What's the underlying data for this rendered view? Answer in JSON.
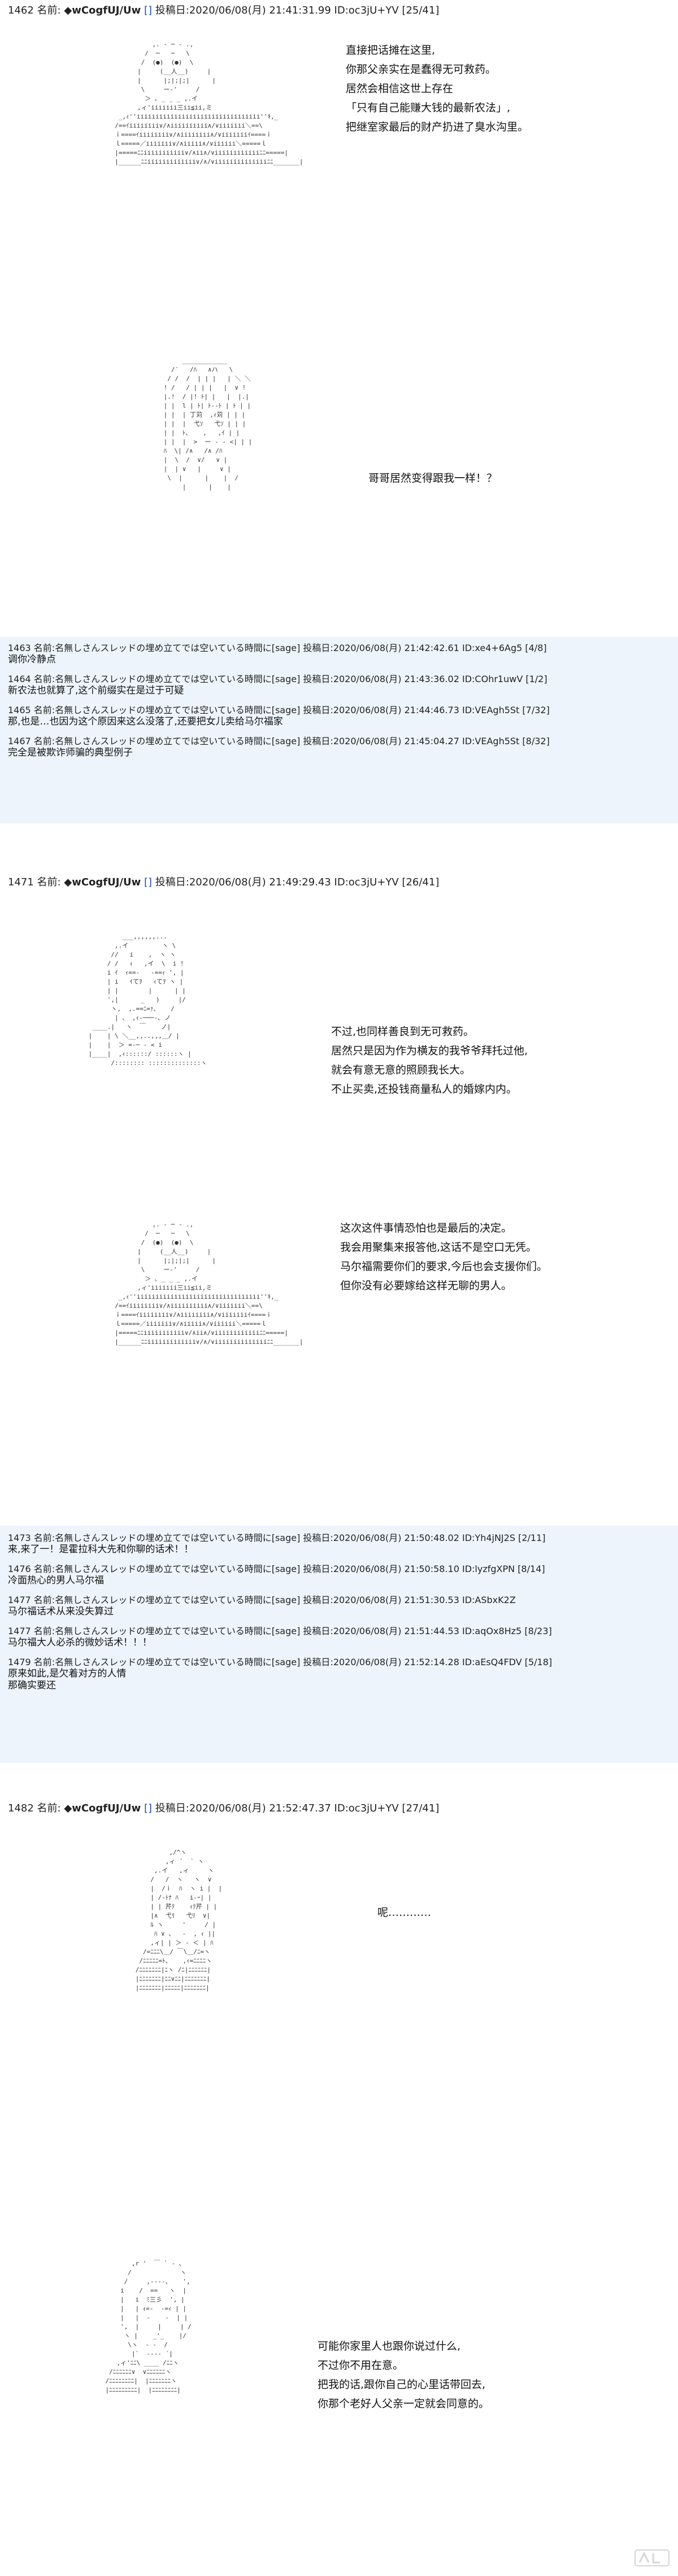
{
  "posts": [
    {
      "no": "1462",
      "label": "名前:",
      "name": "◆wCogfUJ/Uw",
      "link": "[]",
      "date": "投稿日:2020/06/08(月) 21:41:31.99 ID:oc3jU+YV [25/41]"
    },
    {
      "no": "1471",
      "label": "名前:",
      "name": "◆wCogfUJ/Uw",
      "link": "[]",
      "date": "投稿日:2020/06/08(月) 21:49:29.43 ID:oc3jU+YV [26/41]"
    },
    {
      "no": "1482",
      "label": "名前:",
      "name": "◆wCogfUJ/Uw",
      "link": "[]",
      "date": "投稿日:2020/06/08(月) 21:52:47.37 ID:oc3jU+YV [27/41]"
    }
  ],
  "dialogues": [
    "直接把话摊在这里,\n你那父亲实在是蠢得无可救药。\n居然会相信这世上存在\n「只有自己能赚大钱的最新农法」,\n把继室家最后的财产扔进了臭水沟里。",
    "哥哥居然变得跟我一样！？",
    "不过,也同样善良到无可救药。\n居然只是因为作为横友的我爷爷拜托过他,\n就会有意无意的照顾我长大。\n不止买卖,还投钱商量私人的婚嫁内内。",
    "这次这件事情恐怕也是最后的决定。\n我会用聚集来报答他,这话不是空口无凭。\n马尔福需要你们的要求,今后也会支援你们。\n但你没有必要嫁给这样无聊的男人。",
    "呢…………",
    "可能你家里人也跟你说过什么,\n不过你不用在意。\n把我的话,跟你自己的心里话带回去,\n你那个老好人父亲一定就会同意的。"
  ],
  "replies": [
    [
      {
        "meta": "1463 名前:名無しさんスレッドの埋め立てでは空いている時間に[sage] 投稿日:2020/06/08(月) 21:42:42.61 ID:xe4+6Ag5 [4/8]",
        "body": "调你冷静点"
      },
      {
        "meta": "1464 名前:名無しさんスレッドの埋め立てでは空いている時間に[sage] 投稿日:2020/06/08(月) 21:43:36.02 ID:COhr1uwV [1/2]",
        "body": "新农法也就算了,这个前缀实在是过于可疑"
      },
      {
        "meta": "1465 名前:名無しさんスレッドの埋め立てでは空いている時間に[sage] 投稿日:2020/06/08(月) 21:44:46.73 ID:VEAgh5St [7/32]",
        "body": "那,也是…也因为这个原因来这么没落了,还要把女儿卖给马尔福家"
      },
      {
        "meta": "1467 名前:名無しさんスレッドの埋め立てでは空いている時間に[sage] 投稿日:2020/06/08(月) 21:45:04.27 ID:VEAgh5St [8/32]",
        "body": "完全是被欺诈师骗的典型例子"
      }
    ],
    [
      {
        "meta": "1473 名前:名無しさんスレッドの埋め立てでは空いている時間に[sage] 投稿日:2020/06/08(月) 21:50:48.02 ID:Yh4jNJ2S [2/11]",
        "body": "来,来了一！是霍拉科大先和你聊的话术！！"
      },
      {
        "meta": "1476 名前:名無しさんスレッドの埋め立てでは空いている時間に[sage] 投稿日:2020/06/08(月) 21:50:58.10 ID:lyzfgXPN [8/14]",
        "body": "冷面热心的男人马尔福"
      },
      {
        "meta": "1477 名前:名無しさんスレッドの埋め立てでは空いている時間に[sage] 投稿日:2020/06/08(月) 21:51:30.53 ID:ASbxK2Z",
        "body": "马尔福话术从来没失算过"
      },
      {
        "meta": "1477 名前:名無しさんスレッドの埋め立てでは空いている時間に[sage] 投稿日:2020/06/08(月) 21:51:44.53 ID:aqOx8Hz5 [8/23]",
        "body": "马尔福大人必杀的微妙话术！！！"
      },
      {
        "meta": "1479 名前:名無しさんスレッドの埋め立てでは空いている時間に[sage] 投稿日:2020/06/08(月) 21:52:14.28 ID:aEsQ4FDV [5/18]",
        "body": "原来如此,是欠着对方的人情\n那确实要还"
      }
    ]
  ],
  "art": [
    "            ,. ‐ ─ ‐ .,\n          /  ─   ─   \\\n         /  (●)  (●)  \\\n        |     (__人__)     |\n        |      |;|;|;|      |\n         \\     ー‐'     /\n          ＞ ､ _ _ _ ,.イ\n        ,ィ'iiiiiii三ii≦ii,ミ\n   _,ｨ''iiiiiiiiiiiiiiiiiiiiiiiiiiiiiiiii''ｷ,_\n  /==ｲiiiiiiii∨/∧iiiiiiiiii∧/∨iiiiiii＼==\\\n  ｉ====ｲiiiiiiii∨/∧iiiiiiii∧/∨iiiiiiiｲ====ｉ\n  ｌ=====／iiiiiii∨/∧iiiii∧/∨iiiiii＼=====ｌ\n  |=====ﾆﾆiiiiiiiiiii∨/∧ii∧/∨iiiiiiiiiiiiﾆﾆ=====|\n  |______ﾆﾆiiiiiiiiiiiii∨/∧/∨iiiiiiiiiiiiiiﾆﾆ_______|",
    "              ____________\n           /′   /ﾊ   ∧ハ   \\\n          / /  /  | | |   | ＼ ＼\n         ! /   / | | |   |  ∨ !\n         |.!  / |! ﾄ| |   |  |.|\n         | |  l | ﾄ| ﾄ-‐ﾄ | ﾄ | |\n         | |  | 丁苅  ,ｨ苅 | | |\n         | |  |  弋ｿ   弋ｿ | | |\n         | |  ﾄ、   ,   ,ｲ | |\n         | |  |  >  ー ‐ ‐ <| | |\n         ﾊ  \\| /∧   /∧ /ﾊ\n         |  \\  /  ∨/   ∨ |\n         |  | ∨   |     ∨ |\n          \\  |      |    |  /\n              |      |    |",
    "          ___,,,,,,...\n        ,.イ         ヽ \\\n       //   i    ,  ヽ ヽ\n      / /   ｨ   ,イ  \\  i !\n      i ｲ  ｨ==-   -==ｨ ', |\n      | i   ｲてｦ   ｨてｦ ヽ |\n      | |        |      | |\n      ',|      _   )     |/\n       ヽ,  ,.==ﾆ=ｧ、   /\n        | 、 ,ｨ-───-､ ノ\n  ____.|   ヽ  ￣    ノ|\n |    | \\ ＼__,,..,,,＿/ |\n |    |  ＞ =-─ ‐ < i\n |____|  ,ｨ::::::/ ::::::ヽ |\n       /:::::::: ::::::::::::::ヽ",
    "            ,. ‐ ─ ‐ .,\n          /  ─   ─   \\\n         /  (●)  (●)  \\\n        |     (__人__)     |\n        |      |;|;|;|      |\n         \\     ー‐'     /\n          ＞ ､ _ _ _ ,.イ\n        ,ィ'iiiiiii三ii≦ii,ミ\n   _,ｨ''iiiiiiiiiiiiiiiiiiiiiiiiiiiiiiiii''ｷ,_\n  /==ｲiiiiiiii∨/∧iiiiiiiiii∧/∨iiiiiii＼==\\\n  ｉ====ｲiiiiiiii∨/∧iiiiiiii∧/∨iiiiiiiｲ====ｉ\n  ｌ=====／iiiiiii∨/∧iiiii∧/∨iiiiii＼=====ｌ\n  |=====ﾆﾆiiiiiiiiiii∨/∧ii∧/∨iiiiiiiiiiiiﾆﾆ=====|\n  |______ﾆﾆiiiiiiiiiiiii∨/∧/∨iiiiiiiiiiiiiiﾆﾆ_______|",
    "               ,/^ヽ\n              ,ィ ´  ` ヽ\n           ,.イ   ,ィ     ヽ\n          /   /  ヽ   ヽ  ∨\n          |  /ｉ  ﾊ  ヽ i |  |\n          | /-ﾄﾅ ﾊ   i‐ｰ| |\n          | | 芹ﾃ    ｨﾃ芹 | |\n          |∧  弋ﾘ   弋ﾘ  ∨|\n          ﾙ ヽ     '     / |\n           ﾊ ∨ 、  ‐  , ｨ ||\n          ,ィ| | ＞ ‐ ＜ | ﾊ\n        /=ﾆﾆﾆ\\＿/ ￣\\＿/ﾆ=ヽ\n       /ﾆﾆﾆﾆﾆ=ﾄ、   ,ｨ=ﾆﾆﾆﾆヽ\n      /ﾆﾆﾆﾆﾆﾆﾆ|ﾆヽ /ﾆ|ﾆﾆﾆﾆﾆﾆ|\n      |ﾆﾆﾆﾆﾆﾆﾆ|ﾆﾆ∨ﾆﾆ|ﾆﾆﾆﾆﾆﾆﾆ|\n      |ﾆﾆﾆﾆﾆﾆﾆ|ﾆﾆﾆﾆﾆ|ﾆﾆﾆﾆﾆﾆﾆ|",
    "           ,r '  ￣ ` ‐ ､\n          /             ヽ\n         /     ,-‐‐-、   ',\n        i    /  ==   ヽ  |\n        |   i  ﾐ三彡  ', |\n        |   | ｨ=-  -=ｨ | |\n        |   |  ‐    ‐  | |\n        ',  |     |     | /\n         ヽ |    _'_    |/\n          \\ヽ  ‐ ‐  /\n           |`  ‐--‐ ´|\n       ,ィ'ﾆﾆ\\ ____ /ﾆﾆヽ\n     /ﾆﾆﾆﾆﾆﾆ∨  ∨ﾆﾆﾆﾆﾆﾆヽ\n    /ﾆﾆﾆﾆﾆﾆﾆﾆ|  |ﾆﾆﾆﾆﾆﾆﾆヽ\n    |ﾆﾆﾆﾆﾆﾆﾆﾆﾆ|  |ﾆﾆﾆﾆﾆﾆﾆﾆ|"
  ]
}
